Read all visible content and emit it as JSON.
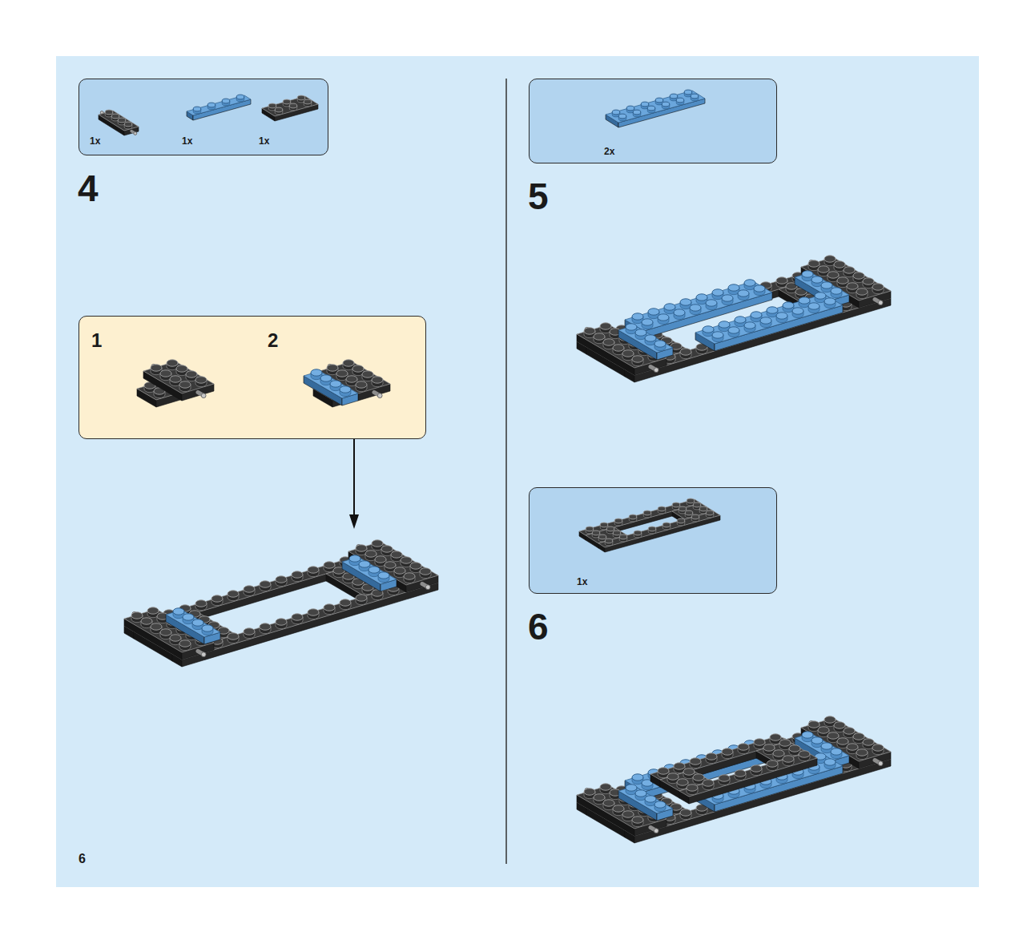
{
  "diagram": {
    "nodes": [
      {
        "text": [
          "1x",
          "1x",
          "1x"
        ]
      },
      {
        "text": [
          "1",
          "2"
        ]
      },
      {
        "text": [
          "2x"
        ]
      },
      {
        "text": [
          "1x"
        ]
      }
    ],
    "labels": [
      "4",
      "5",
      "6",
      "6"
    ]
  }
}
